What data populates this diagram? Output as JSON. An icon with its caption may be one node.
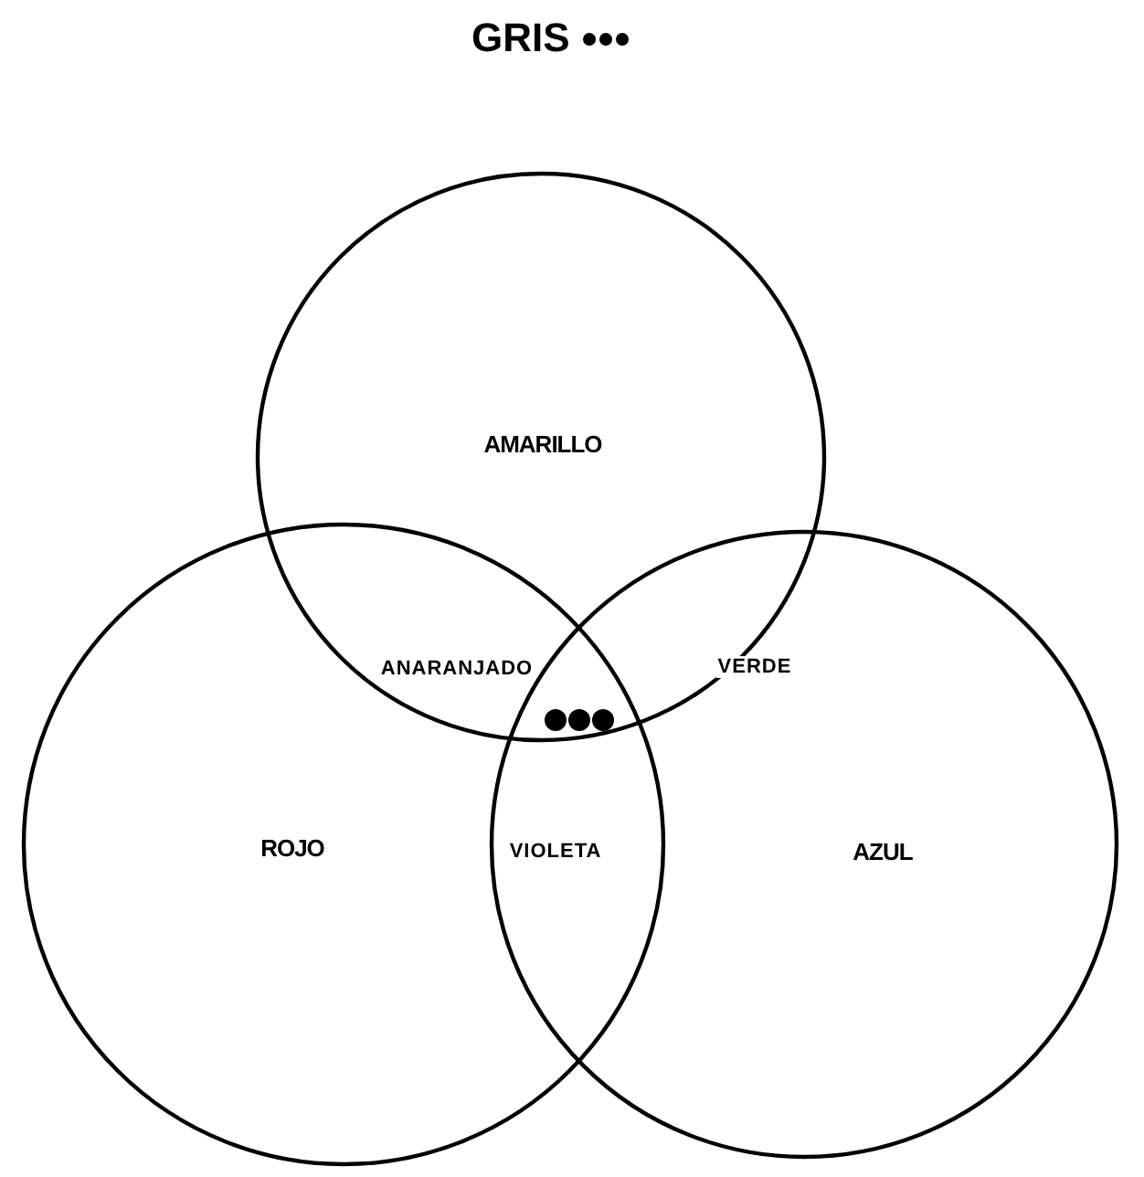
{
  "diagram": {
    "title": "GRIS",
    "nodes": [
      {
        "text": [
          "AMARILLO"
        ]
      },
      {
        "text": [
          "ROJO"
        ]
      },
      {
        "text": [
          "AZUL"
        ]
      }
    ],
    "labels": [
      "ANARANJADO",
      "VERDE",
      "VIOLETA"
    ]
  }
}
